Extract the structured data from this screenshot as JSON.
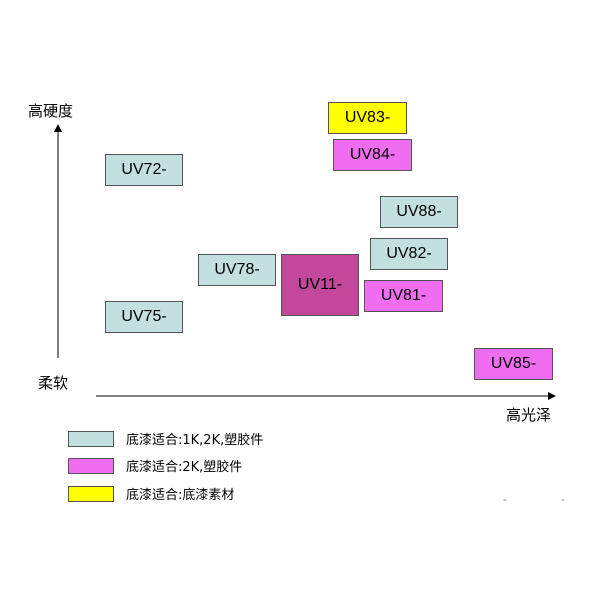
{
  "axes": {
    "y_top_label": "高硬度",
    "y_bottom_label": "柔软",
    "x_right_label": "高光泽"
  },
  "products": [
    {
      "id": "uv83",
      "label": "UV83-",
      "color": "#ffff00",
      "category": "底漆素材"
    },
    {
      "id": "uv84",
      "label": "UV84-",
      "color": "#f06cf0",
      "category": "2K,塑胶件"
    },
    {
      "id": "uv72",
      "label": "UV72-",
      "color": "#c3dfe0",
      "category": "1K,2K,塑胶件"
    },
    {
      "id": "uv88",
      "label": "UV88-",
      "color": "#c3dfe0",
      "category": "1K,2K,塑胶件"
    },
    {
      "id": "uv82",
      "label": "UV82-",
      "color": "#c3dfe0",
      "category": "1K,2K,塑胶件"
    },
    {
      "id": "uv78",
      "label": "UV78-",
      "color": "#c3dfe0",
      "category": "1K,2K,塑胶件"
    },
    {
      "id": "uv11",
      "label": "UV11-",
      "color": "#c3479b",
      "category": ""
    },
    {
      "id": "uv81",
      "label": "UV81-",
      "color": "#f06cf0",
      "category": "2K,塑胶件"
    },
    {
      "id": "uv75",
      "label": "UV75-",
      "color": "#c3dfe0",
      "category": "1K,2K,塑胶件"
    },
    {
      "id": "uv85",
      "label": "UV85-",
      "color": "#f06cf0",
      "category": "2K,塑胶件"
    }
  ],
  "legend": [
    {
      "text": "底漆适合:1K,2K,塑胶件",
      "color": "#c3dfe0"
    },
    {
      "text": "底漆适合:2K,塑胶件",
      "color": "#f06cf0"
    },
    {
      "text": "底漆适合:底漆素材",
      "color": "#ffff00"
    }
  ]
}
